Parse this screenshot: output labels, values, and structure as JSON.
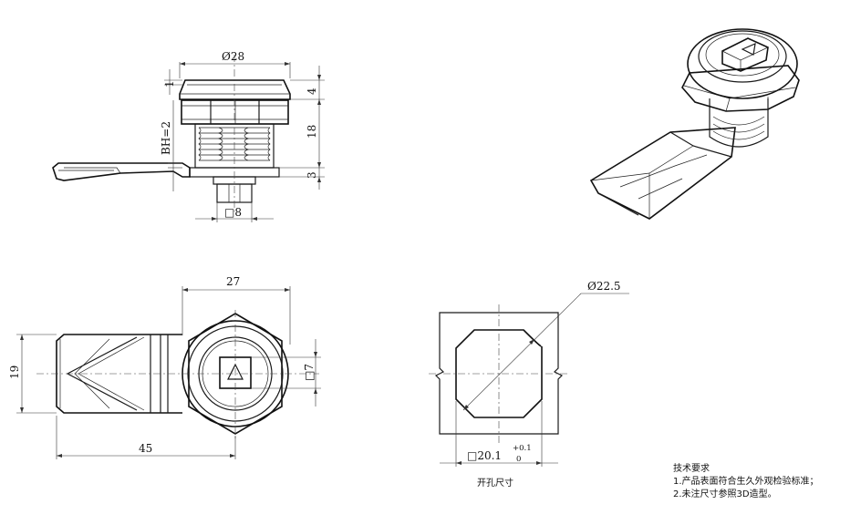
{
  "front_view": {
    "dia_label": "Ø28",
    "d1": "1",
    "d4": "4",
    "d18": "18",
    "d3": "3",
    "bh": "BH=2",
    "sq8": "□8"
  },
  "plan_view": {
    "w27": "27",
    "h19": "19",
    "w45": "45",
    "sq7": "□7"
  },
  "cutout": {
    "dia": "Ø22.5",
    "sq": "□20.1",
    "tol_upper": "+0.1",
    "tol_lower": "0",
    "caption": "开孔尺寸"
  },
  "notes": {
    "title": "技术要求",
    "line1": "1.产品表面符合生久外观检验标准；",
    "line2": "2.未注尺寸参照3D造型。"
  }
}
